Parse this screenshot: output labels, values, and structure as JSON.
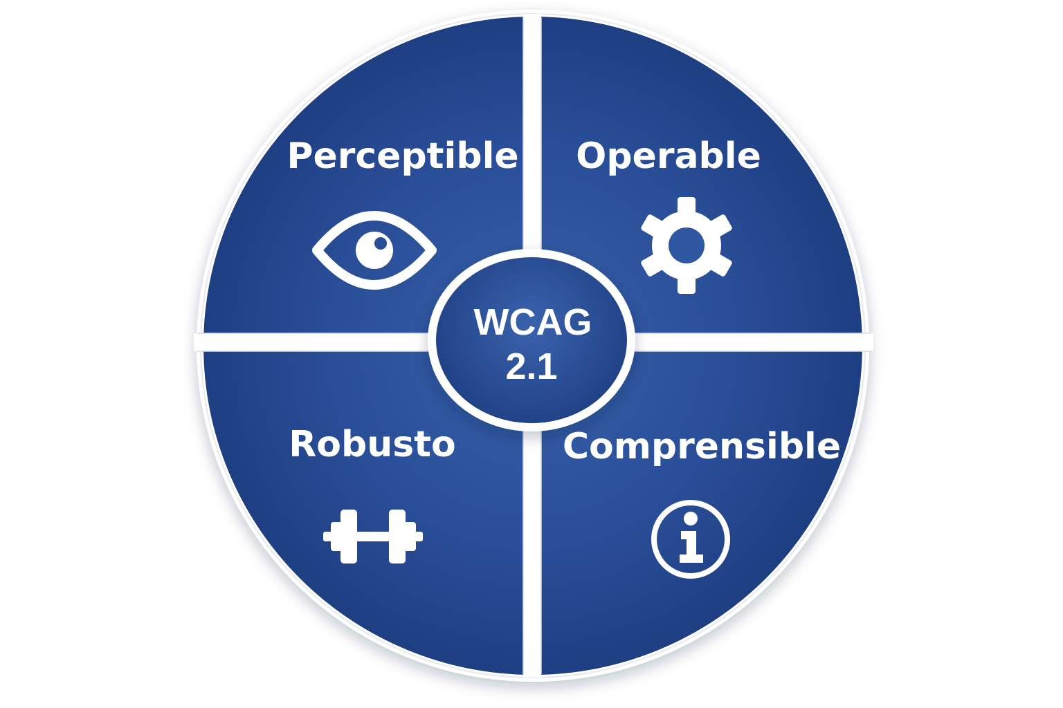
{
  "diagram": {
    "center": {
      "line1": "WCAG",
      "line2": "2.1"
    },
    "quadrants": [
      {
        "id": "top-left",
        "label": "Perceptible",
        "icon": "eye-icon"
      },
      {
        "id": "top-right",
        "label": "Operable",
        "icon": "gear-icon"
      },
      {
        "id": "bottom-left",
        "label": "Robusto",
        "icon": "dumbbell-icon"
      },
      {
        "id": "bottom-right",
        "label": "Comprensible",
        "icon": "info-icon"
      }
    ]
  },
  "colors": {
    "background": "#ffffff",
    "panel_dark": "#1c3b7e",
    "panel_light": "#3560a8",
    "divider": "#ffffff",
    "text": "#ffffff"
  }
}
